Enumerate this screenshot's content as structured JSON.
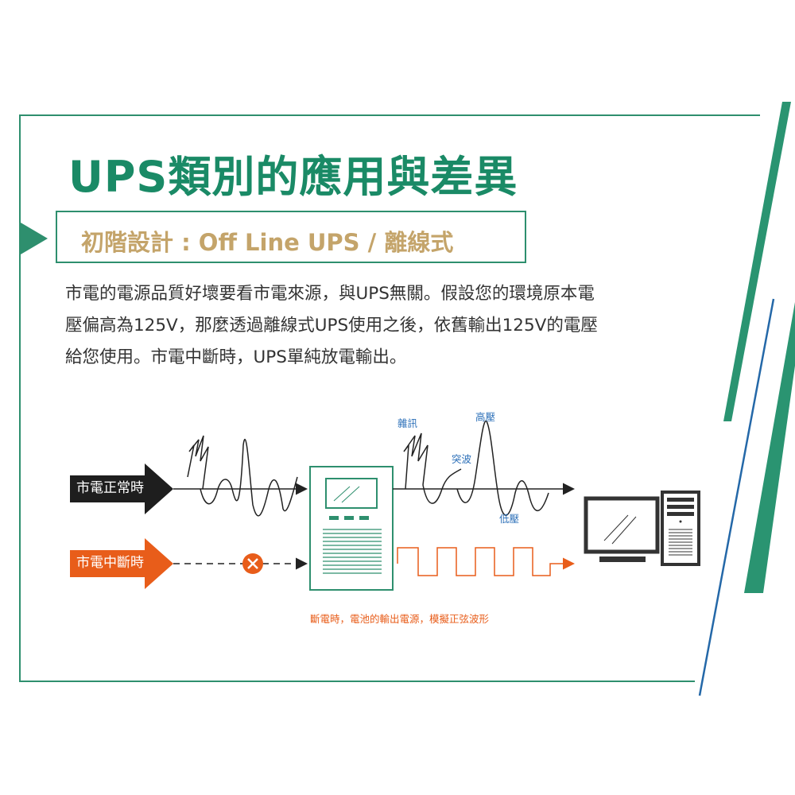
{
  "title": "UPS類別的應用與差異",
  "subtitle": "初階設計 : Off Line UPS / 離線式",
  "paragraph": [
    "市電的電源品質好壞要看市電來源，與UPS無關。假設您的環境原本電",
    "壓偏高為125V，那麼透過離線式UPS使用之後，依舊輸出125V的電壓",
    "給您使用。市電中斷時，UPS單純放電輸出。"
  ],
  "diagram": {
    "normal_label": "市電正常時",
    "outage_label": "市電中斷時",
    "noise_label": "雜訊",
    "high_voltage_label": "高壓",
    "surge_label": "突波",
    "low_voltage_label": "低壓",
    "caption": "斷電時，電池的輸出電源，模擬正弦波形"
  },
  "colors": {
    "brand_green": "#1a8a66",
    "subtitle_gold": "#c4a46a",
    "accent_orange": "#e85d1a",
    "label_blue": "#2b6fb8",
    "deco_blue": "#2468a8"
  },
  "icons": [
    "ups-unit-icon",
    "desktop-computer-icon",
    "cross-icon",
    "arrow-right-icon"
  ]
}
